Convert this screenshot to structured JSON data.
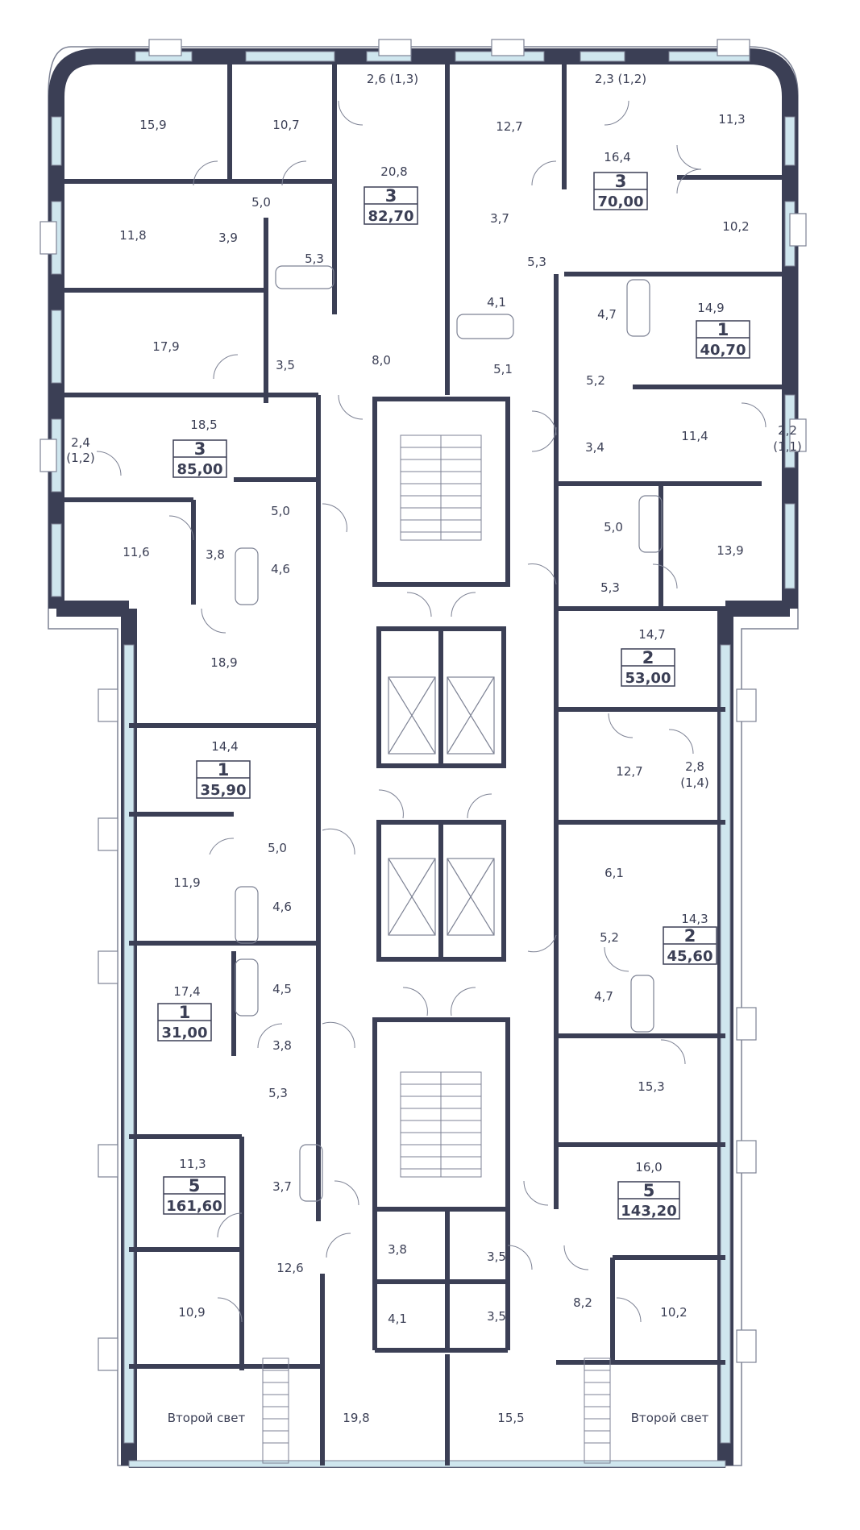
{
  "colors": {
    "wall": "#3b3f55",
    "text": "#3b3f55",
    "glass": "#cfe6ee",
    "line": "#7d8294",
    "bg": "#ffffff"
  },
  "rooms": {
    "r_15_9": "15,9",
    "r_10_7": "10,7",
    "r_2_6": "2,6 (1,3)",
    "r_12_7a": "12,7",
    "r_2_3": "2,3 (1,2)",
    "r_11_3a": "11,3",
    "r_20_8": "20,8",
    "r_16_4": "16,4",
    "r_5_0a": "5,0",
    "r_11_8": "11,8",
    "r_3_9": "3,9",
    "r_5_3a": "5,3",
    "r_3_7a": "3,7",
    "r_5_3b": "5,3",
    "r_10_2a": "10,2",
    "r_4_1a": "4,1",
    "r_14_9": "14,9",
    "r_17_9": "17,9",
    "r_3_5a": "3,5",
    "r_8_0": "8,0",
    "r_4_7a": "4,7",
    "r_5_1": "5,1",
    "r_5_2a": "5,2",
    "r_18_5": "18,5",
    "r_2_4": "2,4",
    "r_1_2": "(1,2)",
    "r_11_4": "11,4",
    "r_2_2": "2,2",
    "r_1_1": "(1,1)",
    "r_3_4": "3,4",
    "r_5_0b": "5,0",
    "r_5_0c": "5,0",
    "r_11_6": "11,6",
    "r_3_8a": "3,8",
    "r_4_6a": "4,6",
    "r_13_9": "13,9",
    "r_5_3c": "5,3",
    "r_18_9": "18,9",
    "r_14_7": "14,7",
    "r_14_4": "14,4",
    "r_12_7b": "12,7",
    "r_2_8": "2,8",
    "r_1_4": "(1,4)",
    "r_5_0d": "5,0",
    "r_11_9": "11,9",
    "r_6_1": "6,1",
    "r_4_6b": "4,6",
    "r_14_3": "14,3",
    "r_5_2b": "5,2",
    "r_17_4": "17,4",
    "r_4_5": "4,5",
    "r_4_7b": "4,7",
    "r_3_8b": "3,8",
    "r_15_3": "15,3",
    "r_5_3d": "5,3",
    "r_11_3b": "11,3",
    "r_16_0": "16,0",
    "r_3_7b": "3,7",
    "r_12_6": "12,6",
    "r_3_8c": "3,8",
    "r_3_5b": "3,5",
    "r_8_2": "8,2",
    "r_10_9": "10,9",
    "r_10_2b": "10,2",
    "r_4_1b": "4,1",
    "r_3_5c": "3,5",
    "r_19_8": "19,8",
    "r_15_5": "15,5",
    "r_second_light_l": "Второй свет",
    "r_second_light_r": "Второй свет"
  },
  "apartments": [
    {
      "rooms": "3",
      "area": "82,70"
    },
    {
      "rooms": "3",
      "area": "70,00"
    },
    {
      "rooms": "1",
      "area": "40,70"
    },
    {
      "rooms": "3",
      "area": "85,00"
    },
    {
      "rooms": "2",
      "area": "53,00"
    },
    {
      "rooms": "1",
      "area": "35,90"
    },
    {
      "rooms": "2",
      "area": "45,60"
    },
    {
      "rooms": "1",
      "area": "31,00"
    },
    {
      "rooms": "5",
      "area": "161,60"
    },
    {
      "rooms": "5",
      "area": "143,20"
    }
  ]
}
